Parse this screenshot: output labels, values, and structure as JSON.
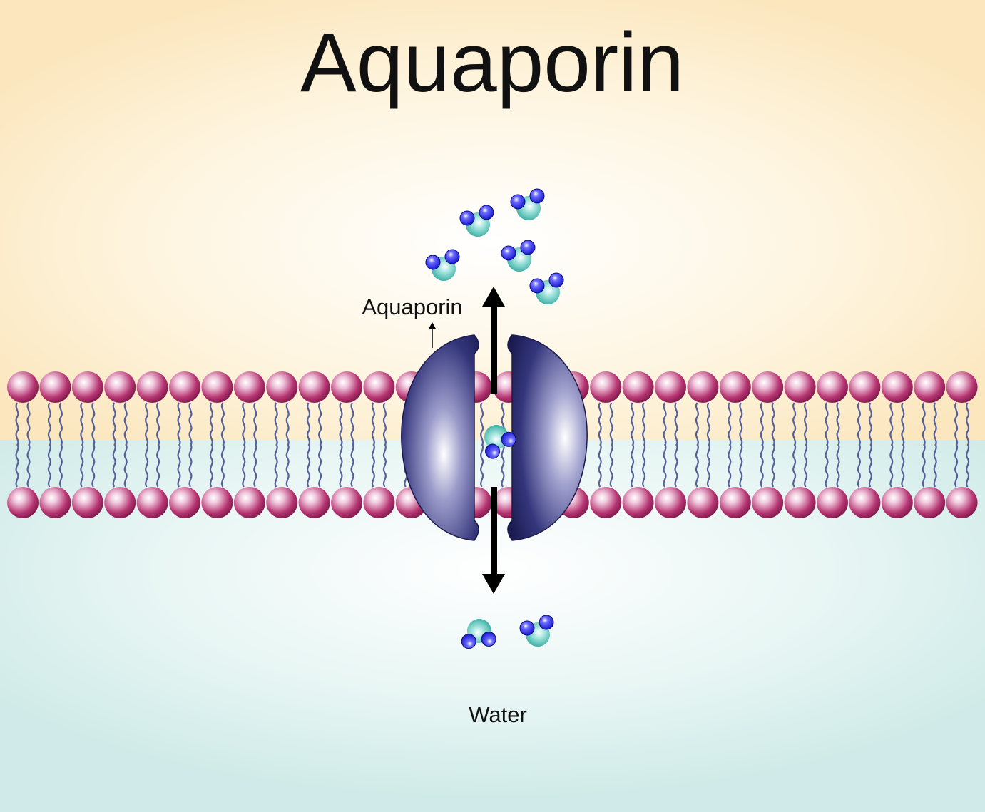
{
  "title": "Aquaporin",
  "labels": {
    "channel": "Aquaporin",
    "molecule": "Water"
  },
  "colors": {
    "outside_background": "#fdecc8",
    "inside_background": "#d6eeec",
    "phospholipid_head": "#b3336f",
    "phospholipid_tail": "#55609a",
    "channel_protein": "#2a2a70",
    "water_oxygen": "#3bb8ad",
    "water_hydrogen": "#1a1adb",
    "arrow": "#000000"
  },
  "icons": {
    "channel": "aquaporin-protein-icon",
    "molecule": "water-molecule-icon",
    "lipid": "phospholipid-icon"
  }
}
